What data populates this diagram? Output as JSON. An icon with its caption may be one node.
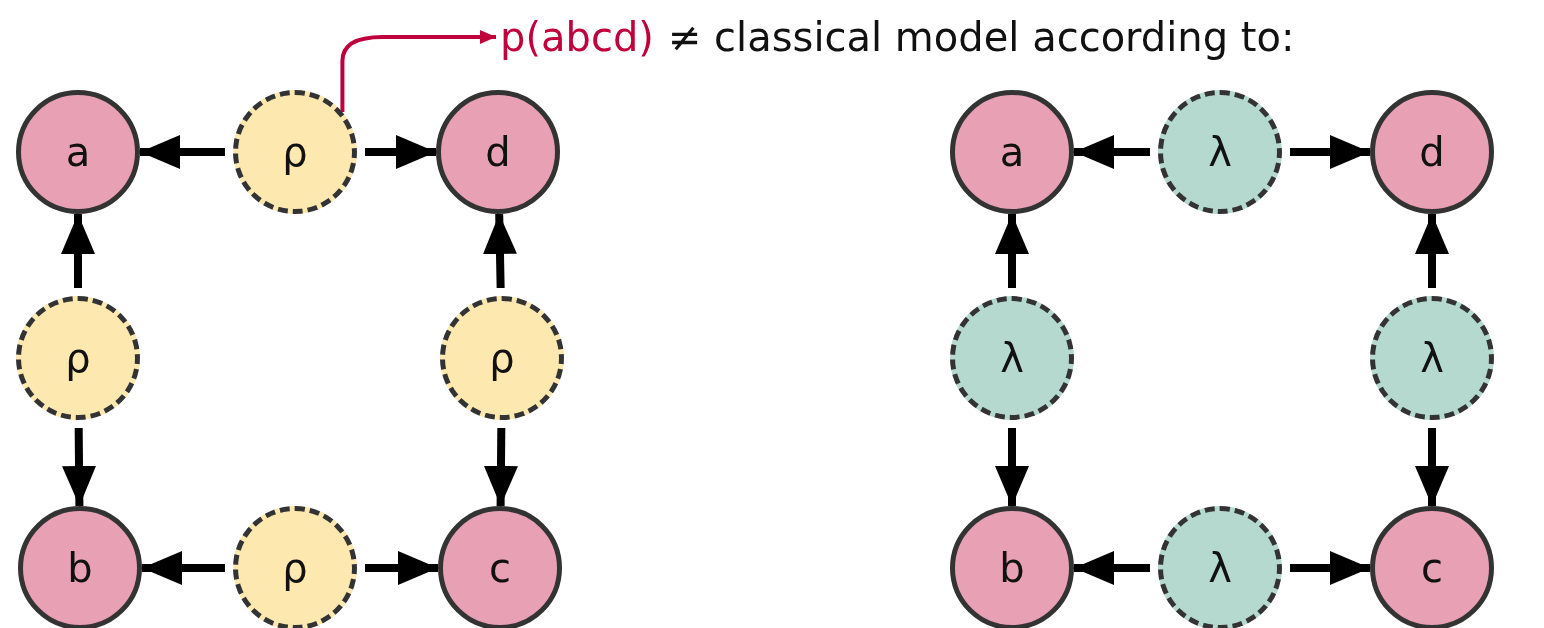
{
  "diagram": {
    "nodes": [
      {
        "text": [
          "p(abcd)",
          "≠ classical model according to:"
        ]
      },
      {
        "text": [
          "a"
        ]
      },
      {
        "text": [
          "ρ"
        ]
      },
      {
        "text": [
          "d"
        ]
      },
      {
        "text": [
          "ρ"
        ]
      },
      {
        "text": [
          "ρ"
        ]
      },
      {
        "text": [
          "b"
        ]
      },
      {
        "text": [
          "ρ"
        ]
      },
      {
        "text": [
          "c"
        ]
      },
      {
        "text": [
          "a"
        ]
      },
      {
        "text": [
          "λ"
        ]
      },
      {
        "text": [
          "d"
        ]
      },
      {
        "text": [
          "λ"
        ]
      },
      {
        "text": [
          "λ"
        ]
      },
      {
        "text": [
          "b"
        ]
      },
      {
        "text": [
          "λ"
        ]
      },
      {
        "text": [
          "c"
        ]
      }
    ],
    "edges": [
      {
        "from": 2,
        "to": 1,
        "arrow": "to"
      },
      {
        "from": 2,
        "to": 3,
        "arrow": "to"
      },
      {
        "from": 4,
        "to": 1,
        "arrow": "to"
      },
      {
        "from": 4,
        "to": 6,
        "arrow": "to"
      },
      {
        "from": 5,
        "to": 3,
        "arrow": "to"
      },
      {
        "from": 5,
        "to": 8,
        "arrow": "to"
      },
      {
        "from": 7,
        "to": 6,
        "arrow": "to"
      },
      {
        "from": 7,
        "to": 8,
        "arrow": "to"
      },
      {
        "from": 10,
        "to": 9,
        "arrow": "to"
      },
      {
        "from": 10,
        "to": 11,
        "arrow": "to"
      },
      {
        "from": 12,
        "to": 9,
        "arrow": "to"
      },
      {
        "from": 12,
        "to": 14,
        "arrow": "to"
      },
      {
        "from": 13,
        "to": 11,
        "arrow": "to"
      },
      {
        "from": 13,
        "to": 16,
        "arrow": "to"
      },
      {
        "from": 15,
        "to": 14,
        "arrow": "to"
      },
      {
        "from": 15,
        "to": 16,
        "arrow": "to"
      },
      {
        "from": 2,
        "to": 0,
        "arrow": "to",
        "color": "#c0003c"
      }
    ]
  }
}
